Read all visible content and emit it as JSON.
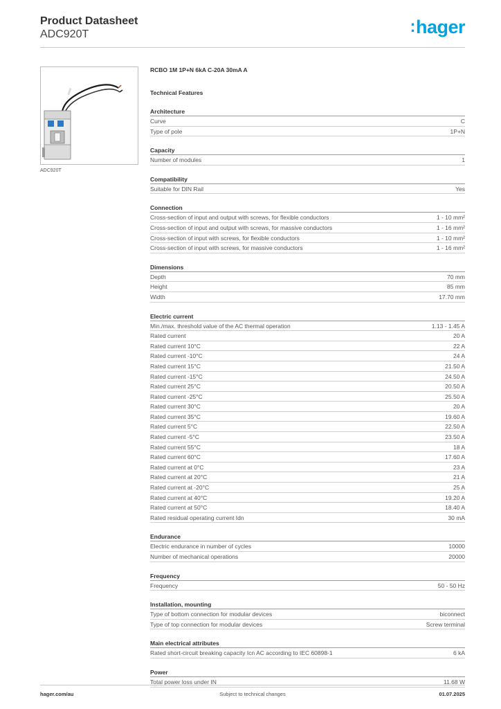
{
  "header": {
    "title": "Product Datasheet",
    "subtitle": "ADC920T",
    "logo": "hager",
    "logo_color": "#00a3e0"
  },
  "image_caption": "ADC920T",
  "product_name": "RCBO 1M 1P+N 6kA C-20A 30mA A",
  "tech_features_title": "Technical Features",
  "sections": [
    {
      "title": "Architecture",
      "rows": [
        {
          "label": "Curve",
          "value": "C"
        },
        {
          "label": "Type of pole",
          "value": "1P+N"
        }
      ]
    },
    {
      "title": "Capacity",
      "rows": [
        {
          "label": "Number of modules",
          "value": "1"
        }
      ]
    },
    {
      "title": "Compatibility",
      "rows": [
        {
          "label": "Suitable for DIN Rail",
          "value": "Yes"
        }
      ]
    },
    {
      "title": "Connection",
      "rows": [
        {
          "label": "Cross-section of input and output with screws, for flexible conductors",
          "value": "1 - 10 mm²"
        },
        {
          "label": "Cross-section of input and output with screws, for massive conductors",
          "value": "1 - 16 mm²"
        },
        {
          "label": "Cross-section of input with screws, for flexible conductors",
          "value": "1 - 10 mm²"
        },
        {
          "label": "Cross-section of input with screws, for massive conductors",
          "value": "1 - 16 mm²"
        }
      ]
    },
    {
      "title": "Dimensions",
      "rows": [
        {
          "label": "Depth",
          "value": "70 mm"
        },
        {
          "label": "Height",
          "value": "85 mm"
        },
        {
          "label": "Width",
          "value": "17.70 mm"
        }
      ]
    },
    {
      "title": "Electric current",
      "rows": [
        {
          "label": "Min./max. threshold value of the AC thermal operation",
          "value": "1.13 - 1.45 A"
        },
        {
          "label": "Rated current",
          "value": "20 A"
        },
        {
          "label": "Rated current 10°C",
          "value": "22 A"
        },
        {
          "label": "Rated current -10°C",
          "value": "24 A"
        },
        {
          "label": "Rated current 15°C",
          "value": "21.50 A"
        },
        {
          "label": "Rated current -15°C",
          "value": "24.50 A"
        },
        {
          "label": "Rated current 25°C",
          "value": "20.50 A"
        },
        {
          "label": "Rated current -25°C",
          "value": "25.50 A"
        },
        {
          "label": "Rated current 30°C",
          "value": "20 A"
        },
        {
          "label": "Rated current 35°C",
          "value": "19.60 A"
        },
        {
          "label": "Rated current 5°C",
          "value": "22.50 A"
        },
        {
          "label": "Rated current -5°C",
          "value": "23.50 A"
        },
        {
          "label": "Rated current 55°C",
          "value": "18 A"
        },
        {
          "label": "Rated current 60°C",
          "value": "17.60 A"
        },
        {
          "label": "Rated current at 0°C",
          "value": "23 A"
        },
        {
          "label": "Rated current at 20°C",
          "value": "21 A"
        },
        {
          "label": "Rated current at -20°C",
          "value": "25 A"
        },
        {
          "label": "Rated current at 40°C",
          "value": "19.20 A"
        },
        {
          "label": "Rated current at 50°C",
          "value": "18.40 A"
        },
        {
          "label": "Rated residual operating current Idn",
          "value": "30 mA"
        }
      ]
    },
    {
      "title": "Endurance",
      "rows": [
        {
          "label": "Electric endurance in number of cycles",
          "value": "10000"
        },
        {
          "label": "Number of mechanical operations",
          "value": "20000"
        }
      ]
    },
    {
      "title": "Frequency",
      "rows": [
        {
          "label": "Frequency",
          "value": "50 - 50 Hz"
        }
      ]
    },
    {
      "title": "Installation, mounting",
      "rows": [
        {
          "label": "Type of bottom connection for modular devices",
          "value": "biconnect"
        },
        {
          "label": "Type of top connection for modular devices",
          "value": "Screw terminal"
        }
      ]
    },
    {
      "title": "Main electrical attributes",
      "rows": [
        {
          "label": "Rated short-circuit breaking capacity Icn AC according to IEC 60898-1",
          "value": "6 kA"
        }
      ]
    },
    {
      "title": "Power",
      "rows": [
        {
          "label": "Total power loss under IN",
          "value": "11.68 W"
        }
      ]
    }
  ],
  "footer": {
    "left": "hager.com/au",
    "center": "Subject to technical changes",
    "right": "01.07.2025"
  }
}
